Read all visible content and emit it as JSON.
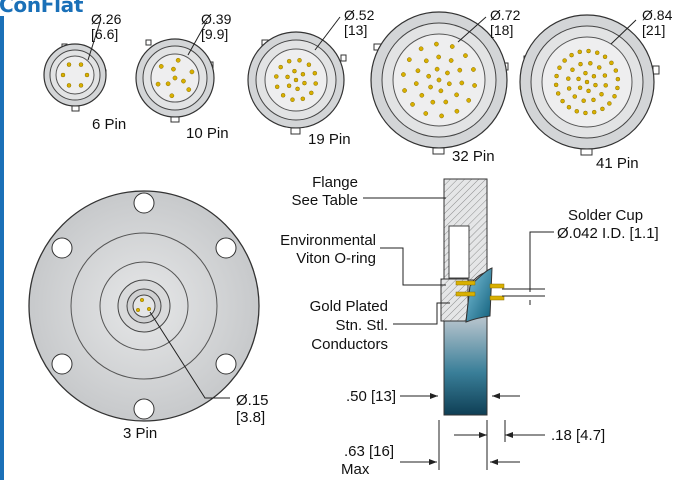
{
  "heading": "ConFlat",
  "connectors": [
    {
      "pin_label": "6 Pin",
      "dia_in": "Ø.26",
      "dia_mm": "[6.6]"
    },
    {
      "pin_label": "10 Pin",
      "dia_in": "Ø.39",
      "dia_mm": "[9.9]"
    },
    {
      "pin_label": "19 Pin",
      "dia_in": "Ø.52",
      "dia_mm": "[13]"
    },
    {
      "pin_label": "32 Pin",
      "dia_in": "Ø.72",
      "dia_mm": "[18]"
    },
    {
      "pin_label": "41 Pin",
      "dia_in": "Ø.84",
      "dia_mm": "[21]"
    }
  ],
  "flange_view": {
    "pin_label": "3 Pin",
    "dia_in": "Ø.15",
    "dia_mm": "[3.8]"
  },
  "callouts": {
    "flange_line1": "Flange",
    "flange_line2": "See Table",
    "oring_line1": "Environmental",
    "oring_line2": "Viton O-ring",
    "conductor_line1": "Gold Plated",
    "conductor_line2": "Stn. Stl.",
    "conductor_line3": "Conductors",
    "solder_line1": "Solder Cup",
    "solder_line2": "Ø.042 I.D. [1.1]"
  },
  "dimensions": {
    "length": ".50 [13]",
    "tail": ".18 [4.7]",
    "max_line1": ".63 [16]",
    "max_line2": "Max"
  },
  "colors": {
    "heading_blue": "#1a70b8",
    "gold_pin": "#d9b000",
    "flange_gray": "#cfd1d3",
    "body_teal": "#1f6f8b"
  }
}
